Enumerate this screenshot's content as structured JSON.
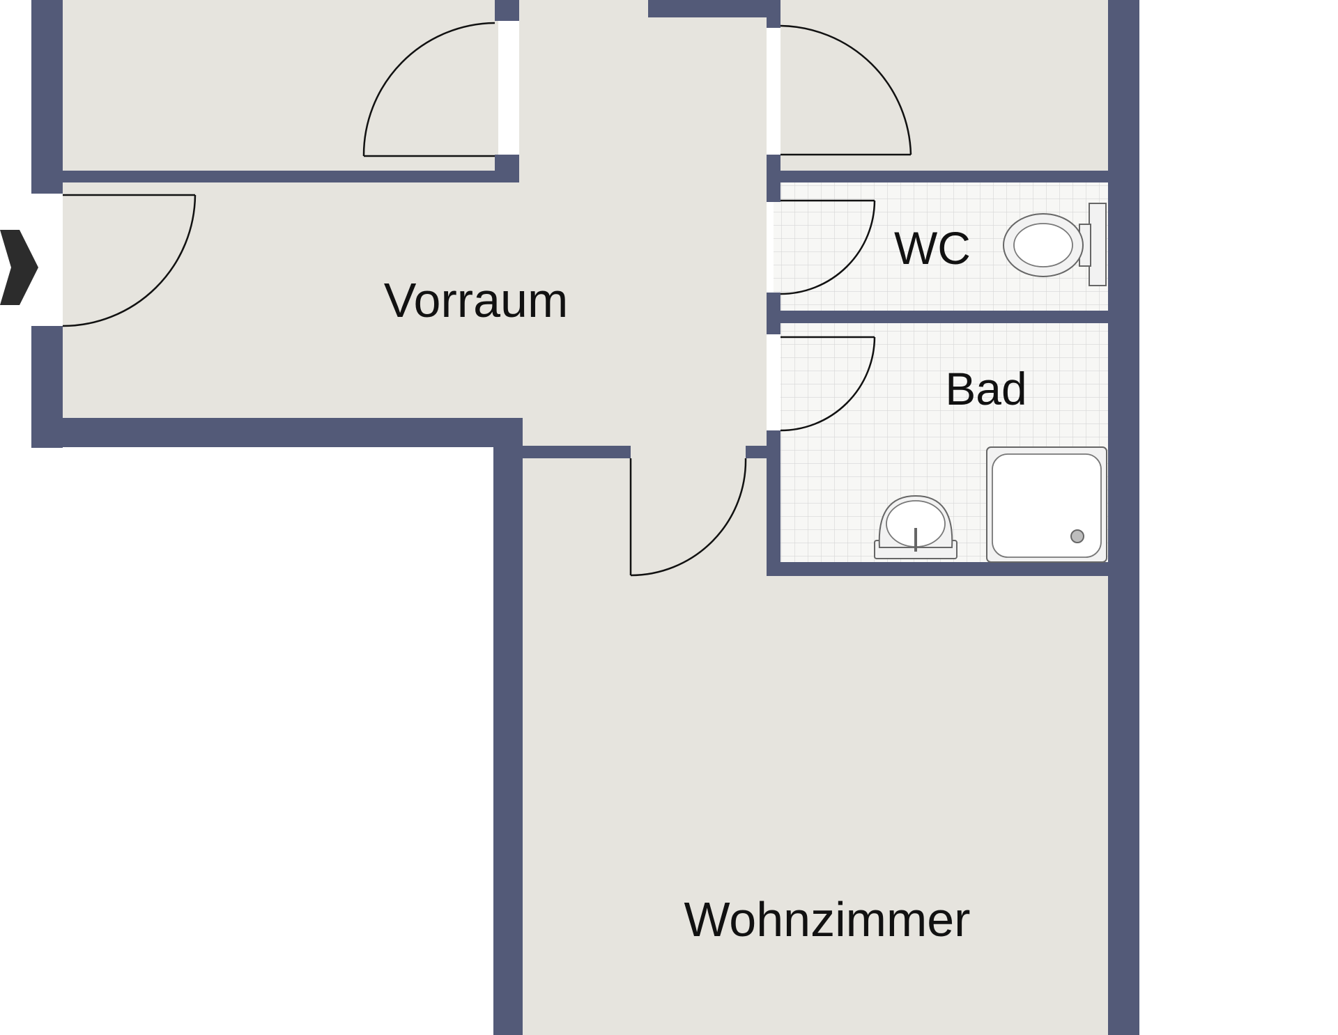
{
  "floorplan": {
    "rooms": [
      {
        "id": "vorraum",
        "label": "Vorraum"
      },
      {
        "id": "wc",
        "label": "WC"
      },
      {
        "id": "bad",
        "label": "Bad"
      },
      {
        "id": "wohnzimmer",
        "label": "Wohnzimmer"
      }
    ],
    "icons": {
      "entrance": "entrance-arrow-icon",
      "toilet": "toilet-icon",
      "sink": "sink-icon",
      "shower": "shower-tray-icon"
    },
    "colors": {
      "wall": "#535a78",
      "floor": "#e6e4de",
      "tile_grid": "#d8d8d8",
      "background": "#ffffff"
    }
  }
}
